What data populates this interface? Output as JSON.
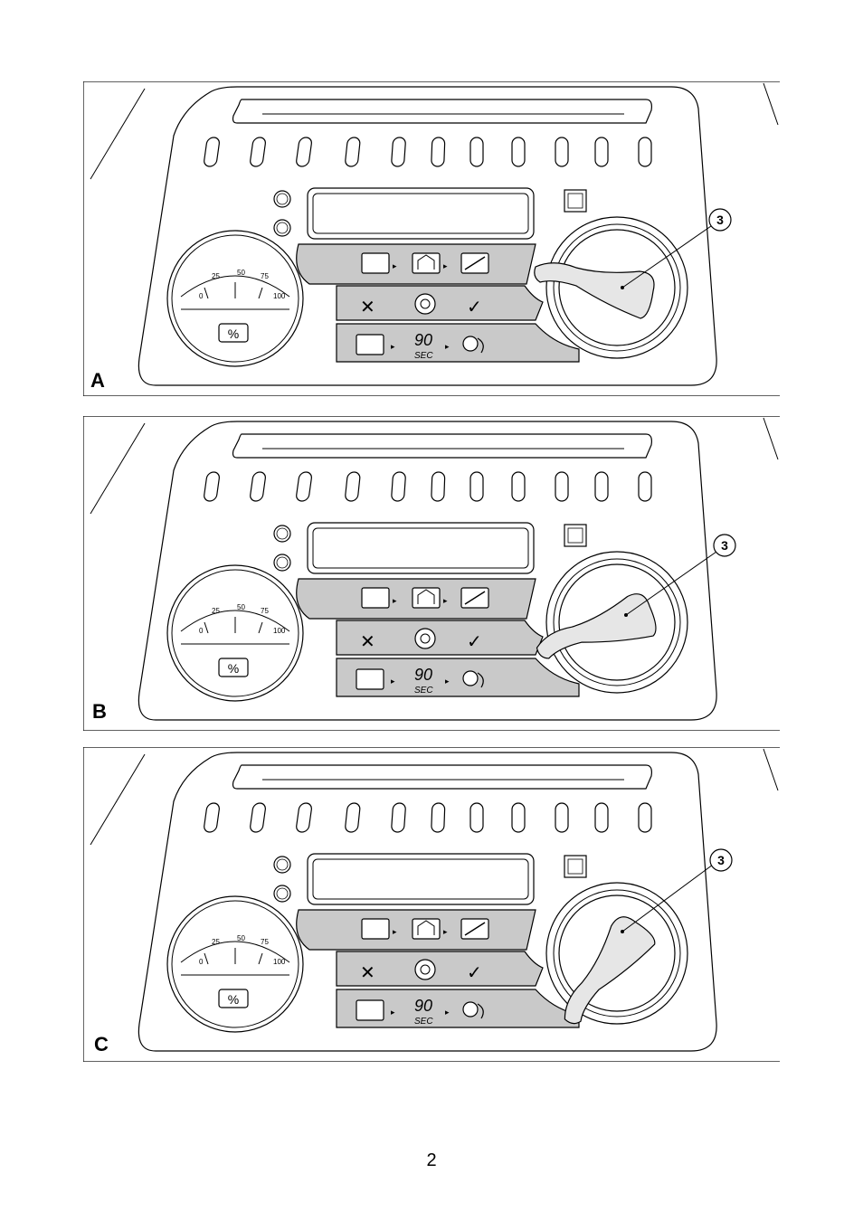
{
  "figures": [
    {
      "id": "A",
      "letter": "A",
      "callout": "3",
      "knob_angle_deg": 0
    },
    {
      "id": "B",
      "letter": "B",
      "callout": "3",
      "knob_angle_deg": -32
    },
    {
      "id": "C",
      "letter": "C",
      "callout": "3",
      "knob_angle_deg": -66
    }
  ],
  "gauge": {
    "ticks": [
      "0",
      "25",
      "50",
      "75",
      "100"
    ],
    "badge": "%"
  },
  "timer": {
    "value": "90",
    "unit": "SEC"
  },
  "page_number": "2"
}
